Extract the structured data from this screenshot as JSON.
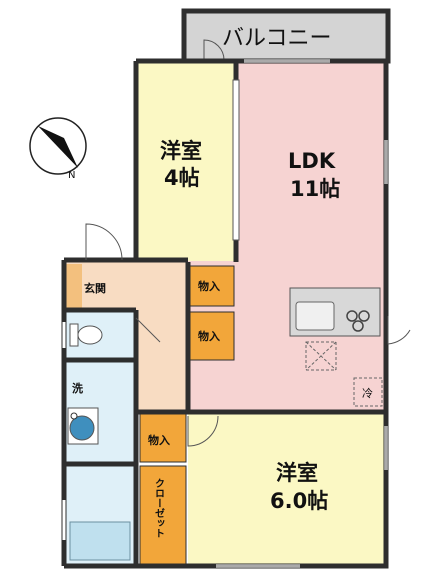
{
  "rooms": {
    "balcony": {
      "label": "バルコニー"
    },
    "western_room_1": {
      "line1": "洋室",
      "line2": "4帖"
    },
    "ldk": {
      "line1": "LDK",
      "line2": "11帖"
    },
    "entrance": {
      "label": "玄関"
    },
    "storage_1": {
      "label": "物入"
    },
    "storage_2": {
      "label": "物入"
    },
    "storage_3": {
      "label": "物入"
    },
    "washroom": {
      "label": "洗"
    },
    "closet": {
      "label": "クローゼット"
    },
    "western_room_2": {
      "line1": "洋室",
      "line2": "6.0帖"
    },
    "fridge": {
      "label": "冷"
    }
  },
  "compass": {
    "label": "N"
  },
  "colors": {
    "wall": "#2e2e2e",
    "ldk_floor": "#f6d3d2",
    "western_floor": "#fbf8c4",
    "wet_area": "#dff0f8",
    "storage": "#f2a63a",
    "corridor": "#f8dcc2",
    "balcony": "#d4d4d4"
  }
}
